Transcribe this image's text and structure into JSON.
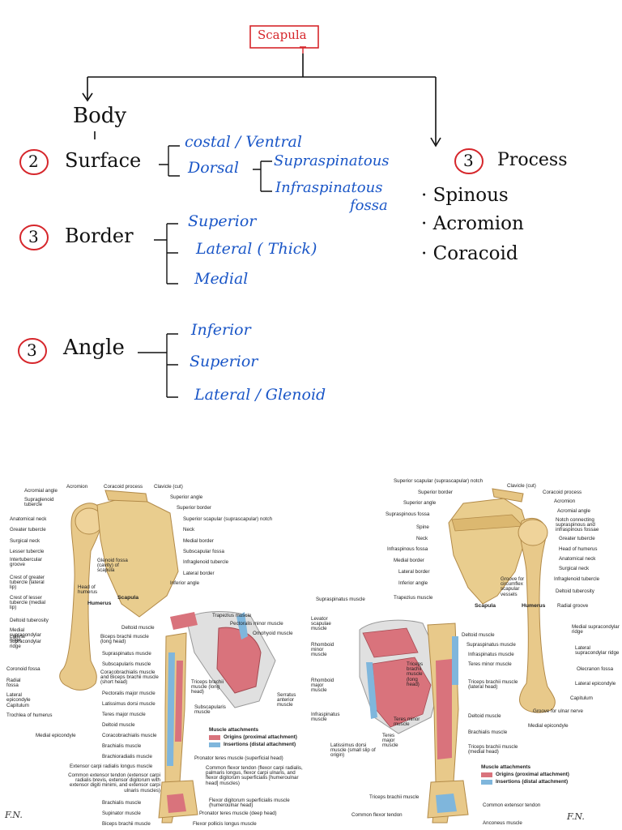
{
  "notes": {
    "root": "Scapula",
    "body": "Body",
    "surface": {
      "number": "2",
      "label": "Surface",
      "items": [
        "costal / Ventral",
        "Dorsal"
      ],
      "dorsal_children": [
        "Supraspinatous",
        "Infraspinatous",
        "fossa"
      ]
    },
    "border": {
      "number": "3",
      "label": "Border",
      "items": [
        "Superior",
        "Lateral ( Thick)",
        "Medial"
      ]
    },
    "angle": {
      "number": "3",
      "label": "Angle",
      "items": [
        "Inferior",
        "Superior",
        "Lateral / Glenoid"
      ]
    },
    "process": {
      "number": "3",
      "label": "Process",
      "items": [
        "· Spinous",
        "· Acromion",
        "· Coracoid"
      ]
    }
  },
  "plate_left": {
    "labels": {
      "acromial_angle": "Acromial angle",
      "acromion": "Acromion",
      "coracoid_process": "Coracoid process",
      "clavicle_cut": "Clavicle (cut)",
      "supraglenoid_tubercle": "Supraglenoid tubercle",
      "superior_angle": "Superior angle",
      "superior_border": "Superior border",
      "anatomical_neck": "Anatomical neck",
      "suprascapular_notch": "Superior scapular (suprascapular) notch",
      "greater_tubercle": "Greater tubercle",
      "neck": "Neck",
      "surgical_neck": "Surgical neck",
      "medial_border": "Medial border",
      "lesser_tubercle": "Lesser tubercle",
      "subscapular_fossa": "Subscapular fossa",
      "intertubercular_groove": "Intertubercular groove",
      "infraglenoid_tubercle": "Infraglenoid tubercle",
      "glenoid_fossa": "Glenoid fossa (cavity) of scapula",
      "lateral_border": "Lateral border",
      "crest_greater": "Crest of greater tubercle (lateral lip)",
      "head_humerus": "Head of humerus",
      "inferior_angle": "Inferior angle",
      "crest_lesser": "Crest of lesser tubercle (medial lip)",
      "humerus": "Humerus",
      "scapula": "Scapula",
      "deltoid_tuberosity": "Deltoid tuberosity",
      "medial_supracondylar": "Medial supracondylar ridge",
      "lateral_supracondylar": "Lateral supracondylar ridge",
      "coronoid_fossa": "Coronoid fossa",
      "radial_fossa": "Radial fossa",
      "lateral_epicondyle": "Lateral epicondyle",
      "capitulum": "Capitulum",
      "trochlea": "Trochlea of humerus",
      "medial_epicondyle": "Medial epicondyle",
      "trapezius": "Trapezius muscle",
      "pectoralis_minor": "Pectoralis minor muscle",
      "omohyoid": "Omohyoid muscle",
      "deltoid": "Deltoid muscle",
      "biceps_long": "Biceps brachii muscle (long head)",
      "supraspinatus": "Supraspinatus muscle",
      "subscapularis": "Subscapularis muscle",
      "coracobrachialis_biceps": "Coracobrachialis muscle and Biceps brachii muscle (short head)",
      "pectoralis_major": "Pectoralis major muscle",
      "latissimus": "Latissimus dorsi muscle",
      "teres_major": "Teres major muscle",
      "triceps_long": "Triceps brachii muscle (long head)",
      "serratus": "Serratus anterior muscle",
      "subscapularis2": "Subscapularis muscle",
      "deltoid2": "Deltoid muscle",
      "coracobrachialis": "Coracobrachialis muscle",
      "brachialis": "Brachialis muscle",
      "brachioradialis": "Brachioradialis muscle",
      "ecrl": "Extensor carpi radialis longus muscle",
      "pronator_sup": "Pronator teres muscle (superficial head)",
      "common_extensor": "Common extensor tendon (extensor carpi radialis brevis, extensor digitorum with extensor digiti minimi, and extensor carpi ulnaris muscles)",
      "common_flexor": "Common flexor tendon (flexor carpi radialis, palmaris longus, flexor carpi ulnaris, and flexor digitorum superficialis [humeroulnar head] muscles)",
      "brachialis2": "Brachialis muscle",
      "supinator": "Supinator muscle",
      "fds": "Flexor digitorum superficialis muscle (humeroulnar head)",
      "pronator_deep": "Pronator teres muscle (deep head)",
      "biceps2": "Biceps brachii muscle",
      "fpl": "Flexor pollicis longus muscle"
    },
    "legend": {
      "title": "Muscle attachments",
      "origins": "Origins (proximal attachment)",
      "insertions": "Insertions (distal attachment)"
    }
  },
  "plate_right": {
    "labels": {
      "suprascapular_notch": "Superior scapular (suprascapular) notch",
      "clavicle_cut": "Clavicle (cut)",
      "superior_border": "Superior border",
      "coracoid_process": "Coracoid process",
      "superior_angle": "Superior angle",
      "acromion": "Acromion",
      "supraspinous_fossa": "Supraspinous fossa",
      "acromial_angle": "Acromial angle",
      "spine": "Spine",
      "notch": "Notch connecting supraspinous and infraspinous fossae",
      "neck": "Neck",
      "greater_tubercle": "Greater tubercle",
      "infraspinous_fossa": "Infraspinous fossa",
      "head_humerus": "Head of humerus",
      "medial_border": "Medial border",
      "anatomical_neck": "Anatomical neck",
      "lateral_border": "Lateral border",
      "surgical_neck": "Surgical neck",
      "inferior_angle": "Inferior angle",
      "infraglenoid": "Infraglenoid tubercle",
      "groove": "Groove for circumflex scapular vessels",
      "scapula": "Scapula",
      "humerus": "Humerus",
      "deltoid_tuberosity": "Deltoid tuberosity",
      "radial_groove": "Radial groove",
      "supraspinatus": "Supraspinatus muscle",
      "trapezius": "Trapezius muscle",
      "levator": "Levator scapulae muscle",
      "deltoid": "Deltoid muscle",
      "supraspinatus2": "Supraspinatus muscle",
      "infraspinatus": "Infraspinatus muscle",
      "rhomboid_minor": "Rhomboid minor muscle",
      "teres_minor": "Teres minor muscle",
      "rhomboid_major": "Rhomboid major muscle",
      "triceps_lateral": "Triceps brachii muscle (lateral head)",
      "triceps_long": "Triceps brachii muscle (long head)",
      "infraspinatus2": "Infraspinatus muscle",
      "teres_minor2": "Teres minor muscle",
      "deltoid2": "Deltoid muscle",
      "teres_major": "Teres major muscle",
      "latissimus": "Latissimus dorsi muscle (small slip of origin)",
      "brachialis": "Brachialis muscle",
      "triceps_medial": "Triceps brachii muscle (medial head)",
      "medial_supracondylar": "Medial supracondylar ridge",
      "lateral_supracondylar": "Lateral supracondylar ridge",
      "olecranon_fossa": "Olecranon fossa",
      "lateral_epicondyle": "Lateral epicondyle",
      "capitulum": "Capitulum",
      "groove_ulnar": "Groove for ulnar nerve",
      "medial_epicondyle": "Medial epicondyle",
      "triceps_brachii": "Triceps brachii muscle",
      "common_extensor": "Common extensor tendon",
      "common_flexor": "Common flexor tendon",
      "anconeus": "Anconeus muscle"
    },
    "legend": {
      "title": "Muscle attachments",
      "origins": "Origins (proximal attachment)",
      "insertions": "Insertions (distal attachment)"
    }
  },
  "colors": {
    "ink": "#111111",
    "blue_ink": "#1a56c7",
    "red_ink": "#d6262b",
    "bone": "#e8c98a",
    "bone_dark": "#c9a15a",
    "origin": "#d9737c",
    "insertion": "#7fb6dc"
  },
  "signature": "F.N."
}
